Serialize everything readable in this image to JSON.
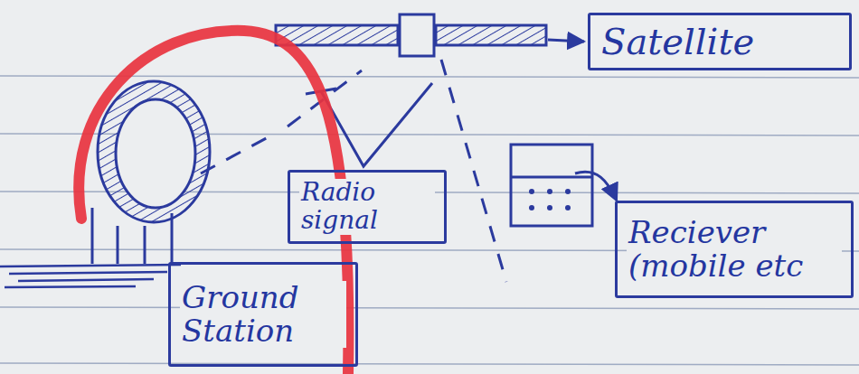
{
  "diagram": {
    "nodes": [
      {
        "text": [
          "Satellite"
        ]
      },
      {
        "text": [
          "Radio signal"
        ]
      },
      {
        "text": [
          "Reciever (mobile etc"
        ]
      },
      {
        "text": [
          "Ground Station"
        ]
      }
    ]
  }
}
